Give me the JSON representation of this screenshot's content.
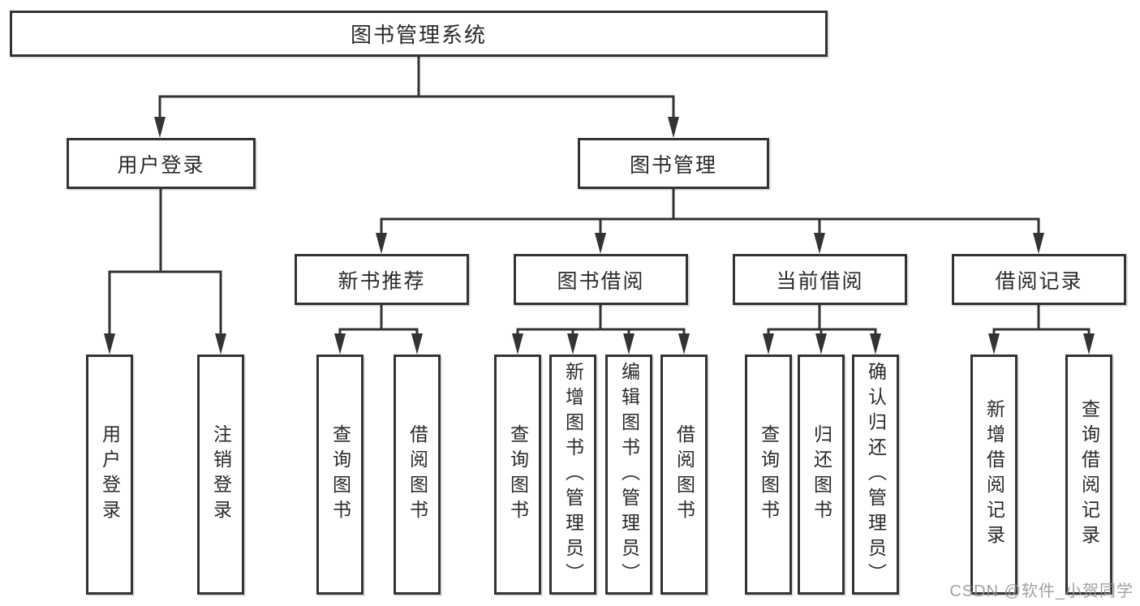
{
  "tree": {
    "root": {
      "label": "图书管理系统"
    },
    "branches": [
      {
        "label": "用户登录",
        "children": [
          {
            "label": "用户登录"
          },
          {
            "label": "注销登录"
          }
        ]
      },
      {
        "label": "图书管理",
        "children": [
          {
            "label": "新书推荐",
            "children": [
              {
                "label": "查询图书"
              },
              {
                "label": "借阅图书"
              }
            ]
          },
          {
            "label": "图书借阅",
            "children": [
              {
                "label": "查询图书"
              },
              {
                "label": "新增图书（管理员）"
              },
              {
                "label": "编辑图书（管理员）"
              },
              {
                "label": "借阅图书"
              }
            ]
          },
          {
            "label": "当前借阅",
            "children": [
              {
                "label": "查询图书"
              },
              {
                "label": "归还图书"
              },
              {
                "label": "确认归还（管理员）"
              }
            ]
          },
          {
            "label": "借阅记录",
            "children": [
              {
                "label": "新增借阅记录"
              },
              {
                "label": "查询借阅记录"
              }
            ]
          }
        ]
      }
    ]
  },
  "watermark": {
    "text": "CSDN @软件_小贺同学"
  },
  "colors": {
    "line": "#333333",
    "border": "#333333",
    "text": "#2a2a2a",
    "background": "#ffffff",
    "watermark": "#949494"
  }
}
